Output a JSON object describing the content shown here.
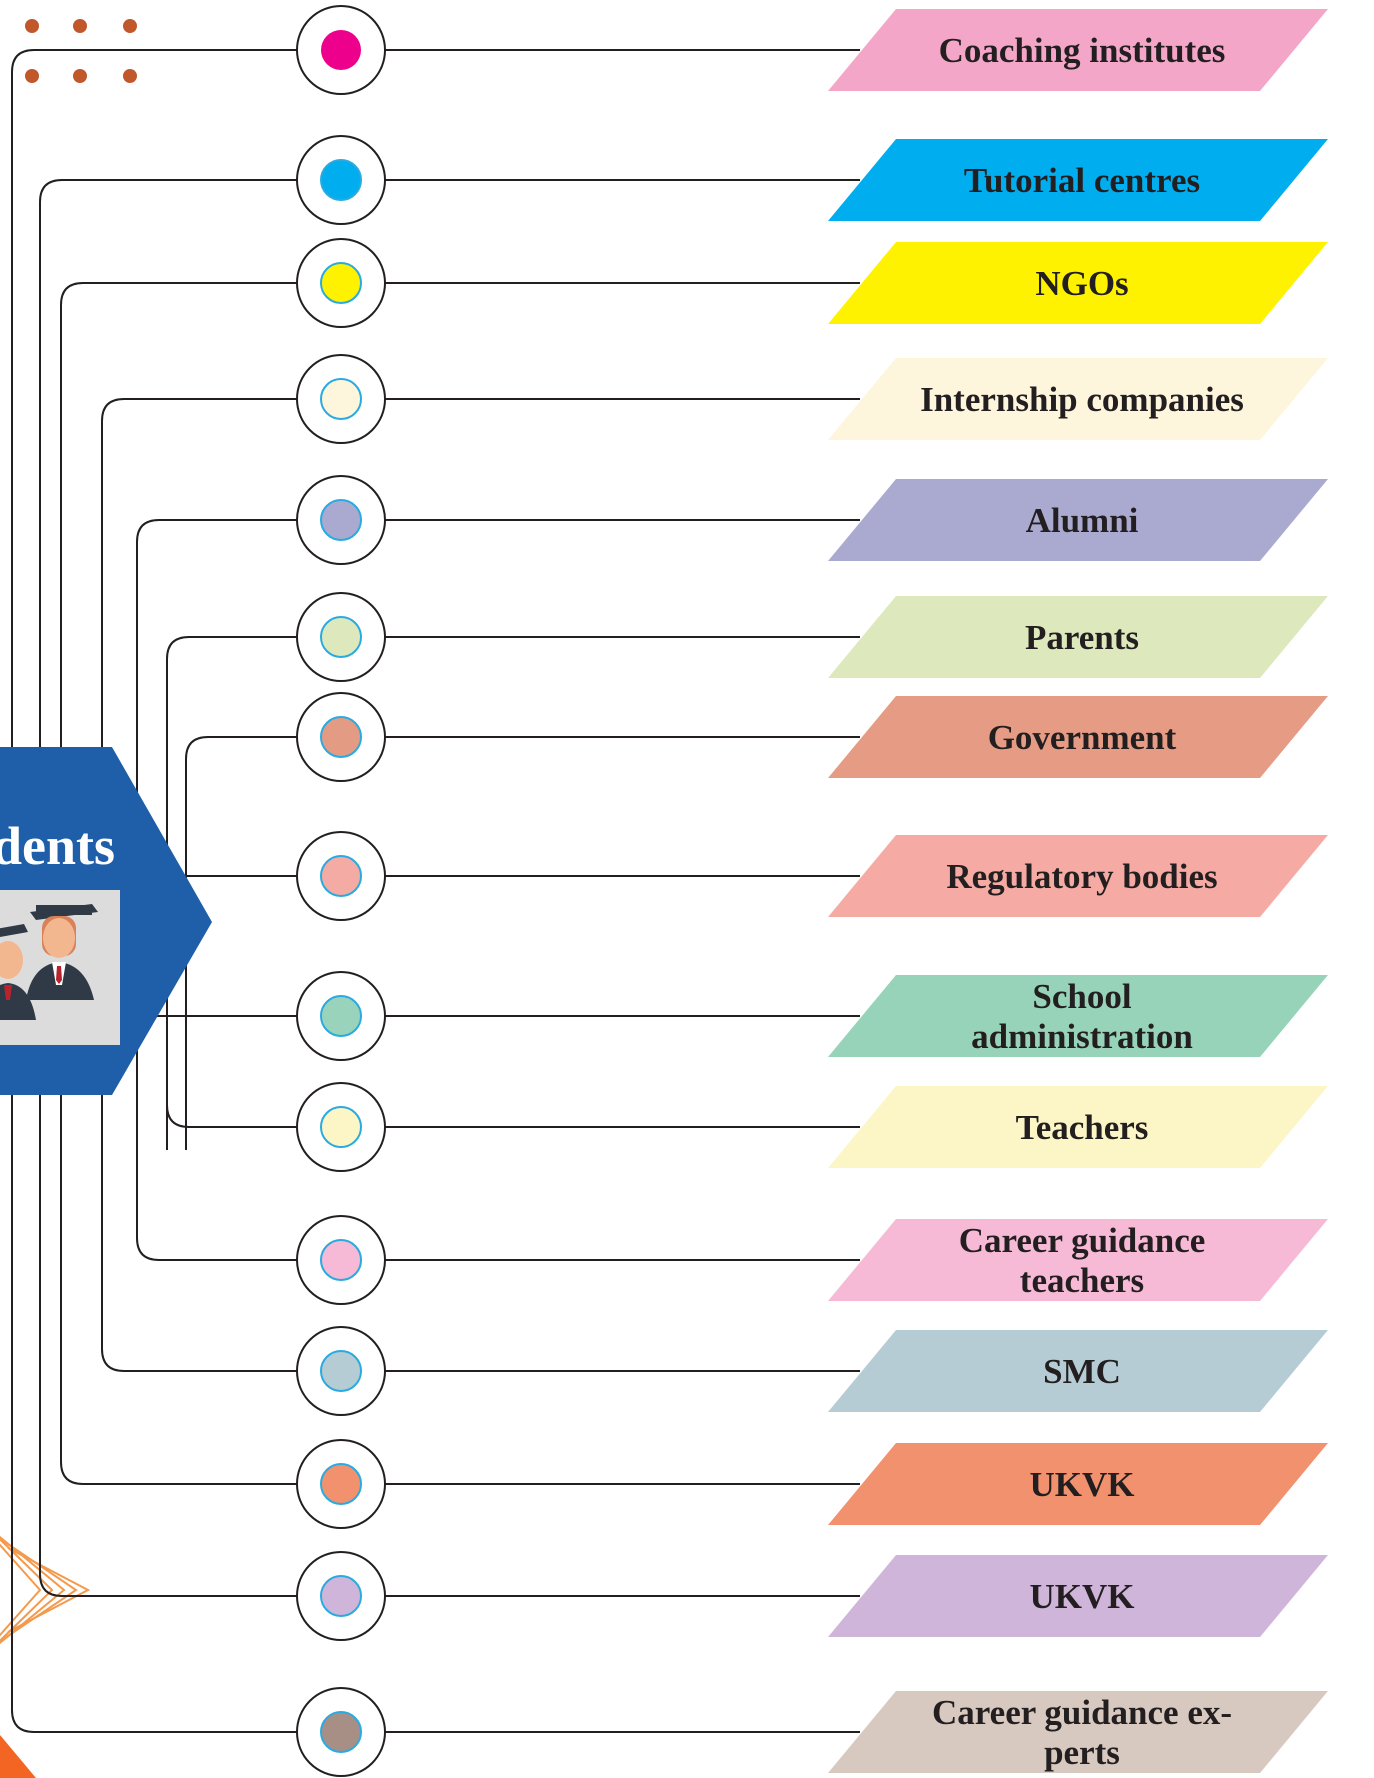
{
  "hub": {
    "title": "dents",
    "color": "#1f5ea8",
    "image": "graduates-illustration"
  },
  "stakeholders": [
    {
      "label": "Coaching institutes",
      "dot_color": "#ec008c",
      "box_color": "#f3a6c8"
    },
    {
      "label": "Tutorial centres",
      "dot_color": "#00aeef",
      "box_color": "#00aeef"
    },
    {
      "label": "NGOs",
      "dot_color": "#fff200",
      "box_color": "#fff200"
    },
    {
      "label": "Internship companies",
      "dot_color": "#fdf5dc",
      "box_color": "#fdf5dc"
    },
    {
      "label": "Alumni",
      "dot_color": "#aaaad0",
      "box_color": "#aaaad0"
    },
    {
      "label": "Parents",
      "dot_color": "#dde9bd",
      "box_color": "#dde9bd"
    },
    {
      "label": "Government",
      "dot_color": "#e39b84",
      "box_color": "#e69c84"
    },
    {
      "label": "Regulatory bodies",
      "dot_color": "#f4aba3",
      "box_color": "#f5aba3"
    },
    {
      "label": "School administration",
      "dot_color": "#99d3bb",
      "box_color": "#96d3b9"
    },
    {
      "label": "Teachers",
      "dot_color": "#fcf6c6",
      "box_color": "#fcf6c6"
    },
    {
      "label": "Career guidance teachers",
      "dot_color": "#f6b9d6",
      "box_color": "#f6b9d6"
    },
    {
      "label": "SMC",
      "dot_color": "#b6ccd4",
      "box_color": "#b6ccd4"
    },
    {
      "label": "UKVK",
      "dot_color": "#f2916e",
      "box_color": "#f2916e"
    },
    {
      "label": "UKVK",
      "dot_color": "#cfb5d9",
      "box_color": "#cfb5d9"
    },
    {
      "label": "Career guidance experts",
      "dot_color": "#a88f86",
      "box_color": "#d8c9c0"
    }
  ],
  "colors": {
    "line": "#231f20",
    "ring_accent": "#29aae1",
    "decor_dots": "#c1582b",
    "decor_chevrons": "#f39a4c"
  }
}
